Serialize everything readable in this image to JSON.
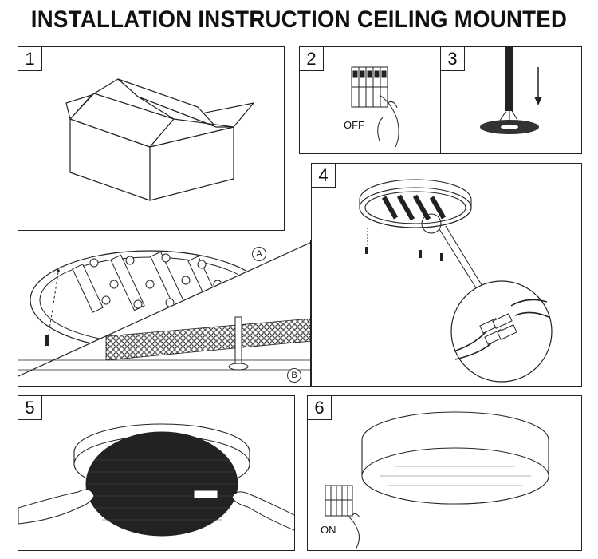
{
  "title": "INSTALLATION INSTRUCTION CEILING MOUNTED",
  "steps": [
    {
      "number": "1"
    },
    {
      "number": "2",
      "label": "OFF"
    },
    {
      "number": "3"
    },
    {
      "number": "4"
    },
    {
      "number": "5"
    },
    {
      "number": "6",
      "label": "ON"
    }
  ],
  "callouts": {
    "a": "A",
    "b": "B"
  }
}
